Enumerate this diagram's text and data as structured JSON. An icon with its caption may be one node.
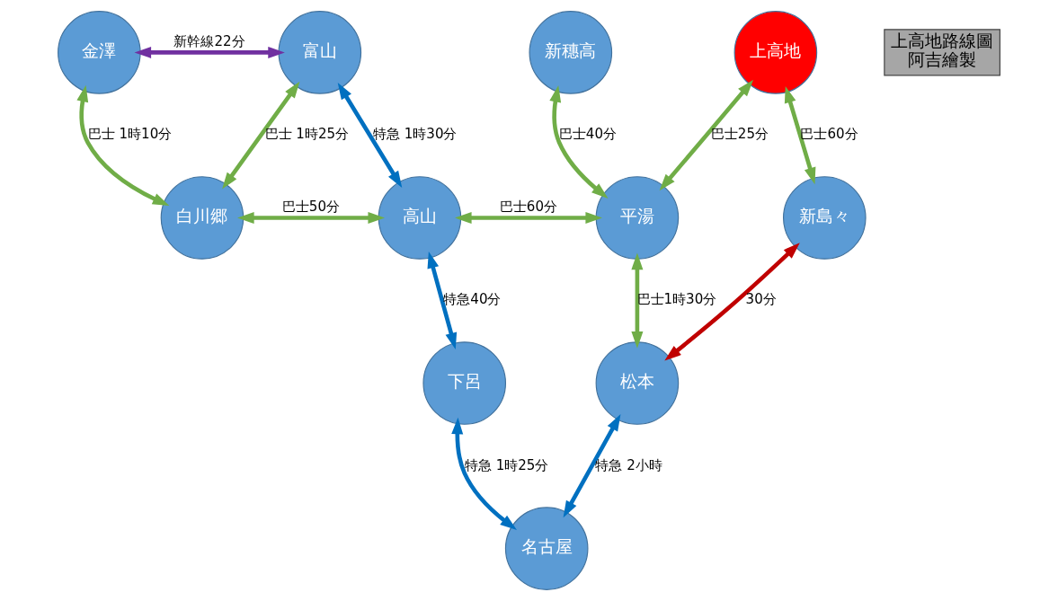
{
  "diagram": {
    "nodes": [
      {
        "text": [
          "金澤"
        ]
      },
      {
        "text": [
          "富山"
        ]
      },
      {
        "text": [
          "新穗高"
        ]
      },
      {
        "text": [
          "上高地"
        ]
      },
      {
        "text": [
          "白川郷"
        ]
      },
      {
        "text": [
          "高山"
        ]
      },
      {
        "text": [
          "平湯"
        ]
      },
      {
        "text": [
          "新島々"
        ]
      },
      {
        "text": [
          "松本"
        ]
      },
      {
        "text": [
          "下呂"
        ]
      },
      {
        "text": [
          "名古屋"
        ]
      },
      {
        "text": [
          "上高地路線圖",
          "阿吉繪製"
        ]
      }
    ],
    "edges": [
      {
        "from": 0,
        "to": 1,
        "arrow": "both",
        "label": "新幹線22分",
        "color": "#7030a0"
      },
      {
        "from": 0,
        "to": 4,
        "arrow": "both",
        "label": "巴士 1時10分"
      },
      {
        "from": 4,
        "to": 1,
        "arrow": "both",
        "label": "巴士 1時25分"
      },
      {
        "from": 1,
        "to": 5,
        "arrow": "both",
        "label": "特急 1時30分",
        "color": "#0070c0"
      },
      {
        "from": 4,
        "to": 5,
        "arrow": "both",
        "label": "巴士50分"
      },
      {
        "from": 5,
        "to": 6,
        "arrow": "both",
        "label": "巴士60分"
      },
      {
        "from": 2,
        "to": 6,
        "arrow": "both",
        "label": "巴士40分"
      },
      {
        "from": 3,
        "to": 6,
        "arrow": "both",
        "label": "巴士25分"
      },
      {
        "from": 3,
        "to": 7,
        "arrow": "both",
        "label": "巴士60分"
      },
      {
        "from": 6,
        "to": 8,
        "arrow": "both",
        "label": "巴士1時30分"
      },
      {
        "from": 7,
        "to": 8,
        "arrow": "both",
        "label": "30分",
        "color": "#c00000"
      },
      {
        "from": 5,
        "to": 9,
        "arrow": "both",
        "label": "特急40分",
        "color": "#0070c0"
      },
      {
        "from": 9,
        "to": 10,
        "arrow": "both",
        "label": "特急 1時25分",
        "color": "#0070c0"
      },
      {
        "from": 10,
        "to": 8,
        "arrow": "both",
        "label": "特急 2小時",
        "color": "#0070c0"
      }
    ]
  }
}
